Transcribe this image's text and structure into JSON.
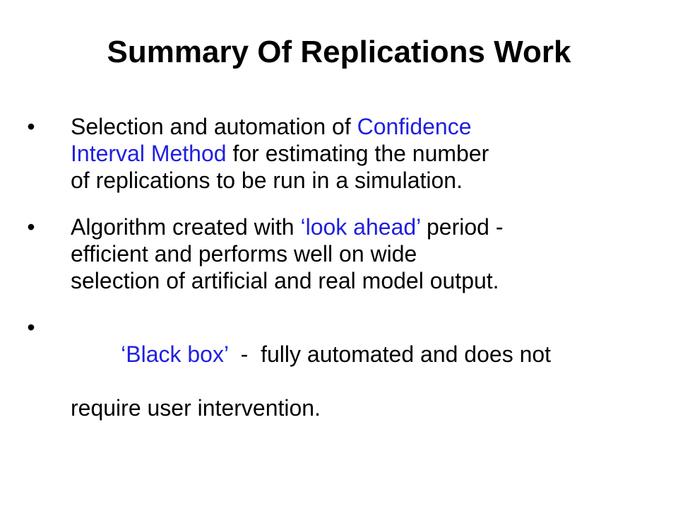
{
  "slide": {
    "title": "Summary Of Replications Work",
    "bullet_char": "•",
    "highlight_color": "#1f1fe0",
    "bullets": [
      {
        "lines": [
          [
            "Selection and automation of ",
            "Confidence"
          ],
          [
            "Interval Method",
            " for estimating the number"
          ],
          [
            "of replications to be run in a simulation."
          ]
        ]
      },
      {
        "lines": [
          [
            "Algorithm created with ",
            "‘look ahead’",
            " period -"
          ],
          [
            "efficient and performs well on wide"
          ],
          [
            "selection of artificial and real model output."
          ]
        ]
      },
      {
        "lines": [
          [
            "‘Black box’",
            "  -  fully automated and does not"
          ],
          [
            "require user intervention."
          ]
        ]
      }
    ]
  }
}
